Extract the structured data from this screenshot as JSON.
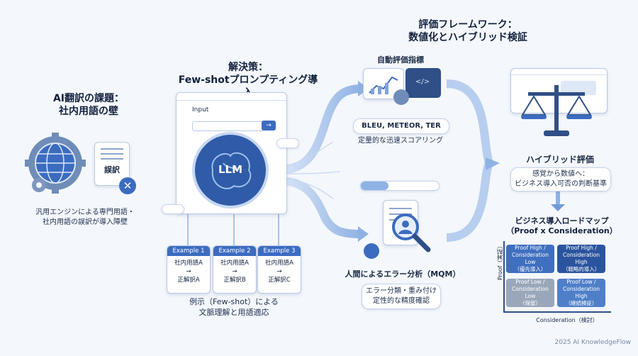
{
  "problem": {
    "title": [
      "AI翻訳の課題：",
      "社内用語の壁"
    ],
    "doc_label": "誤訳",
    "caption": [
      "汎用エンジンによる専門用語・",
      "社内用語の誤訳が導入障壁"
    ]
  },
  "solution": {
    "title": [
      "解決策：",
      "Few-shotプロンプティング導入"
    ],
    "input_label": "Input",
    "llm_label": "LLM",
    "examples": [
      {
        "title": "Example 1",
        "term": "社内用語A",
        "arrow": "→",
        "answer": "正解訳A"
      },
      {
        "title": "Example 2",
        "term": "社内用語A",
        "arrow": "→",
        "answer": "正解訳B"
      },
      {
        "title": "Example 3",
        "term": "社内用語A",
        "arrow": "→",
        "answer": "正解訳C"
      }
    ],
    "caption": [
      "例示（Few-shot）による",
      "文脈理解と用語適応"
    ]
  },
  "framework": {
    "title": [
      "評価フレームワーク：",
      "数値化とハイブリッド検証"
    ],
    "auto": {
      "title": "自動評価指標",
      "metrics": "BLEU, METEOR, TER",
      "desc": "定量的な迅速スコアリング"
    },
    "human": {
      "title": "人間によるエラー分析（MQM）",
      "desc": [
        "エラー分類・重み付け",
        "定性的な精度確認"
      ]
    }
  },
  "hybrid": {
    "title": "ハイブリッド評価",
    "desc": [
      "感覚から数値へ：",
      "ビジネス導入可否の判断基準"
    ]
  },
  "roadmap": {
    "title": [
      "ビジネス導入ロードマップ",
      "（Proof x Consideration）"
    ],
    "y_axis": "Proof（実証）",
    "x_axis": "Consideration（検討）",
    "cells": [
      {
        "lines": [
          "Proof High /",
          "Consideration Low",
          "（優先導入）"
        ],
        "color": "#3f6fbf"
      },
      {
        "lines": [
          "Proof High /",
          "Consideration High",
          "（戦略的導入）"
        ],
        "color": "#2b549e"
      },
      {
        "lines": [
          "Proof Low /",
          "Consideration Low",
          "（保留）"
        ],
        "color": "#9aa7ba"
      },
      {
        "lines": [
          "Proof Low /",
          "Consideration High",
          "（継続検証）"
        ],
        "color": "#4f7fc8"
      }
    ]
  },
  "footer": "2025 AI KnowledgeFlow",
  "colors": {
    "accent": "#3c6cc0",
    "dark": "#13213d"
  }
}
